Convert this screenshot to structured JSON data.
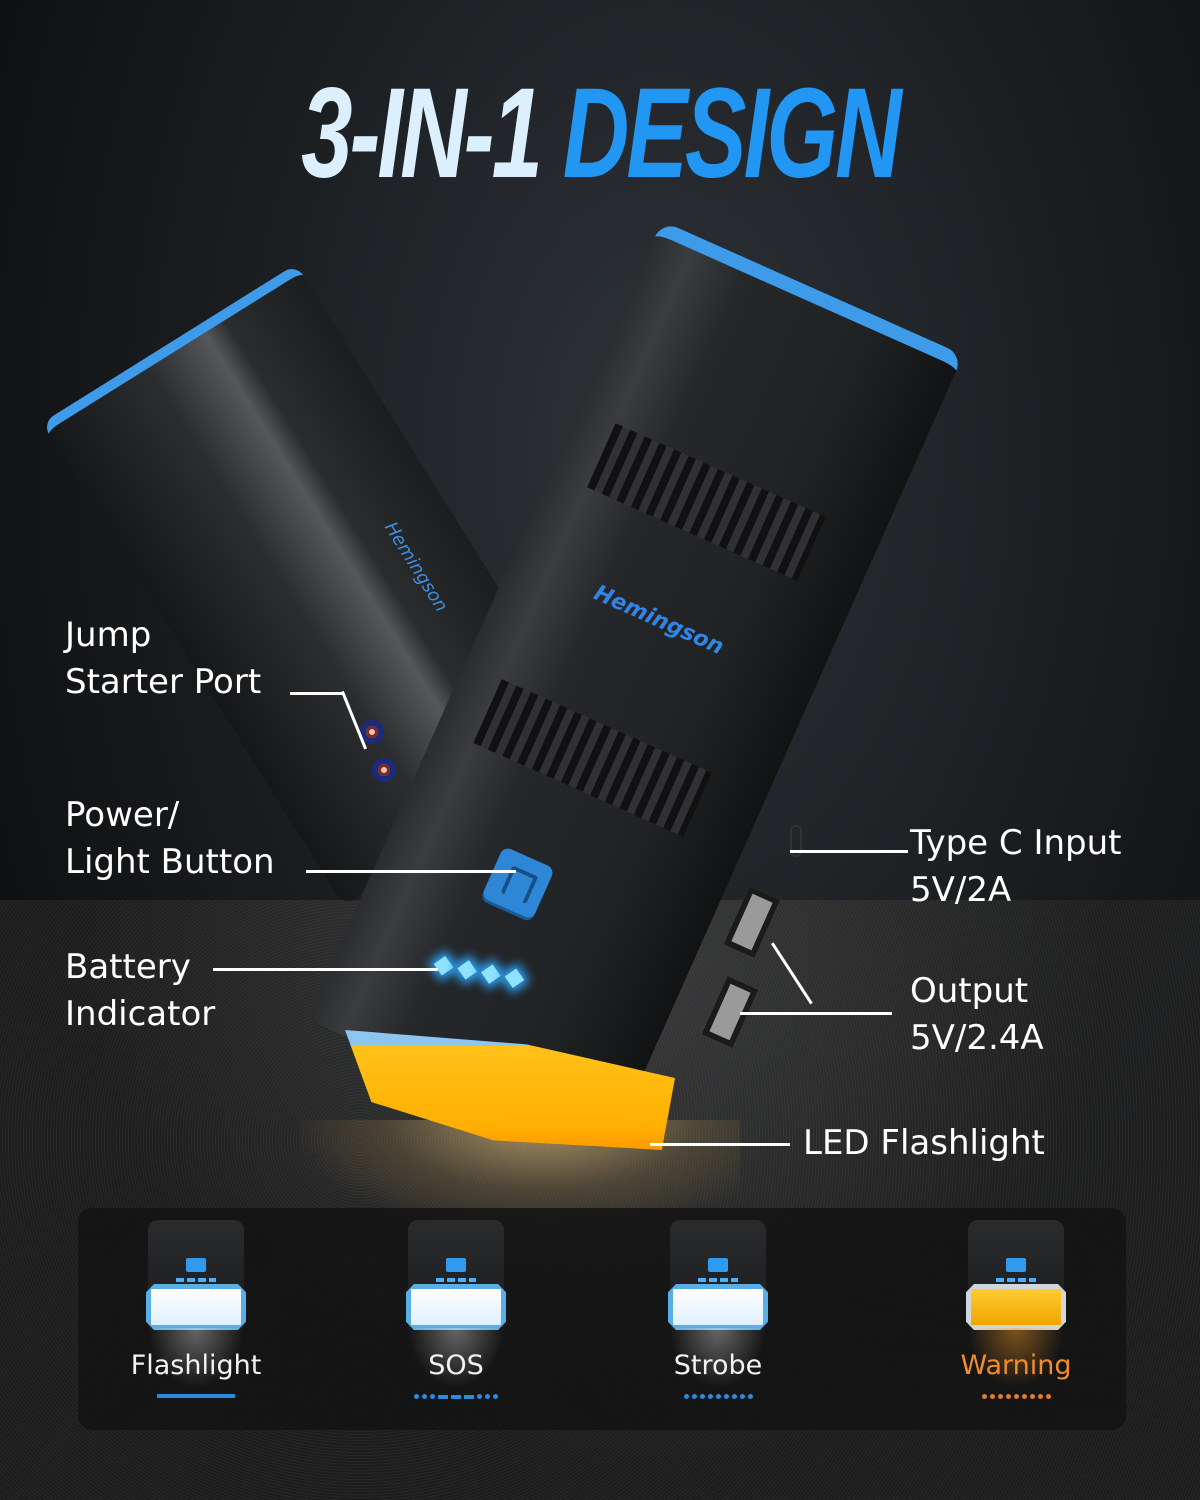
{
  "headline": {
    "part1": "3-IN-1",
    "part2": "DESIGN",
    "color_white": "#dcefff",
    "color_blue": "#2196f3"
  },
  "product": {
    "brand": "Hemingson"
  },
  "callouts": {
    "jump_starter_port": [
      "Jump",
      "Starter Port"
    ],
    "power_light_button": [
      "Power/",
      "Light Button"
    ],
    "battery_indicator": [
      "Battery",
      "Indicator"
    ],
    "type_c_input": [
      "Type C Input",
      "5V/2A"
    ],
    "output": [
      "Output",
      "5V/2.4A"
    ],
    "led_flashlight": [
      "LED Flashlight"
    ]
  },
  "modes": [
    {
      "label": "Flashlight",
      "pattern": "solid",
      "color": "#2b8ae0",
      "lamp": "white"
    },
    {
      "label": "SOS",
      "pattern": "dot-dot-dot-dash-dash-dash-dot-dot-dot",
      "color": "#2b8ae0",
      "lamp": "white"
    },
    {
      "label": "Strobe",
      "pattern": "dots",
      "color": "#2b8ae0",
      "lamp": "white"
    },
    {
      "label": "Warning",
      "pattern": "dots",
      "color": "#e77d22",
      "lamp": "amber"
    }
  ],
  "colors": {
    "accent_blue": "#3d9be9",
    "warning_orange": "#f28c28",
    "led_amber": "#ffb000"
  }
}
